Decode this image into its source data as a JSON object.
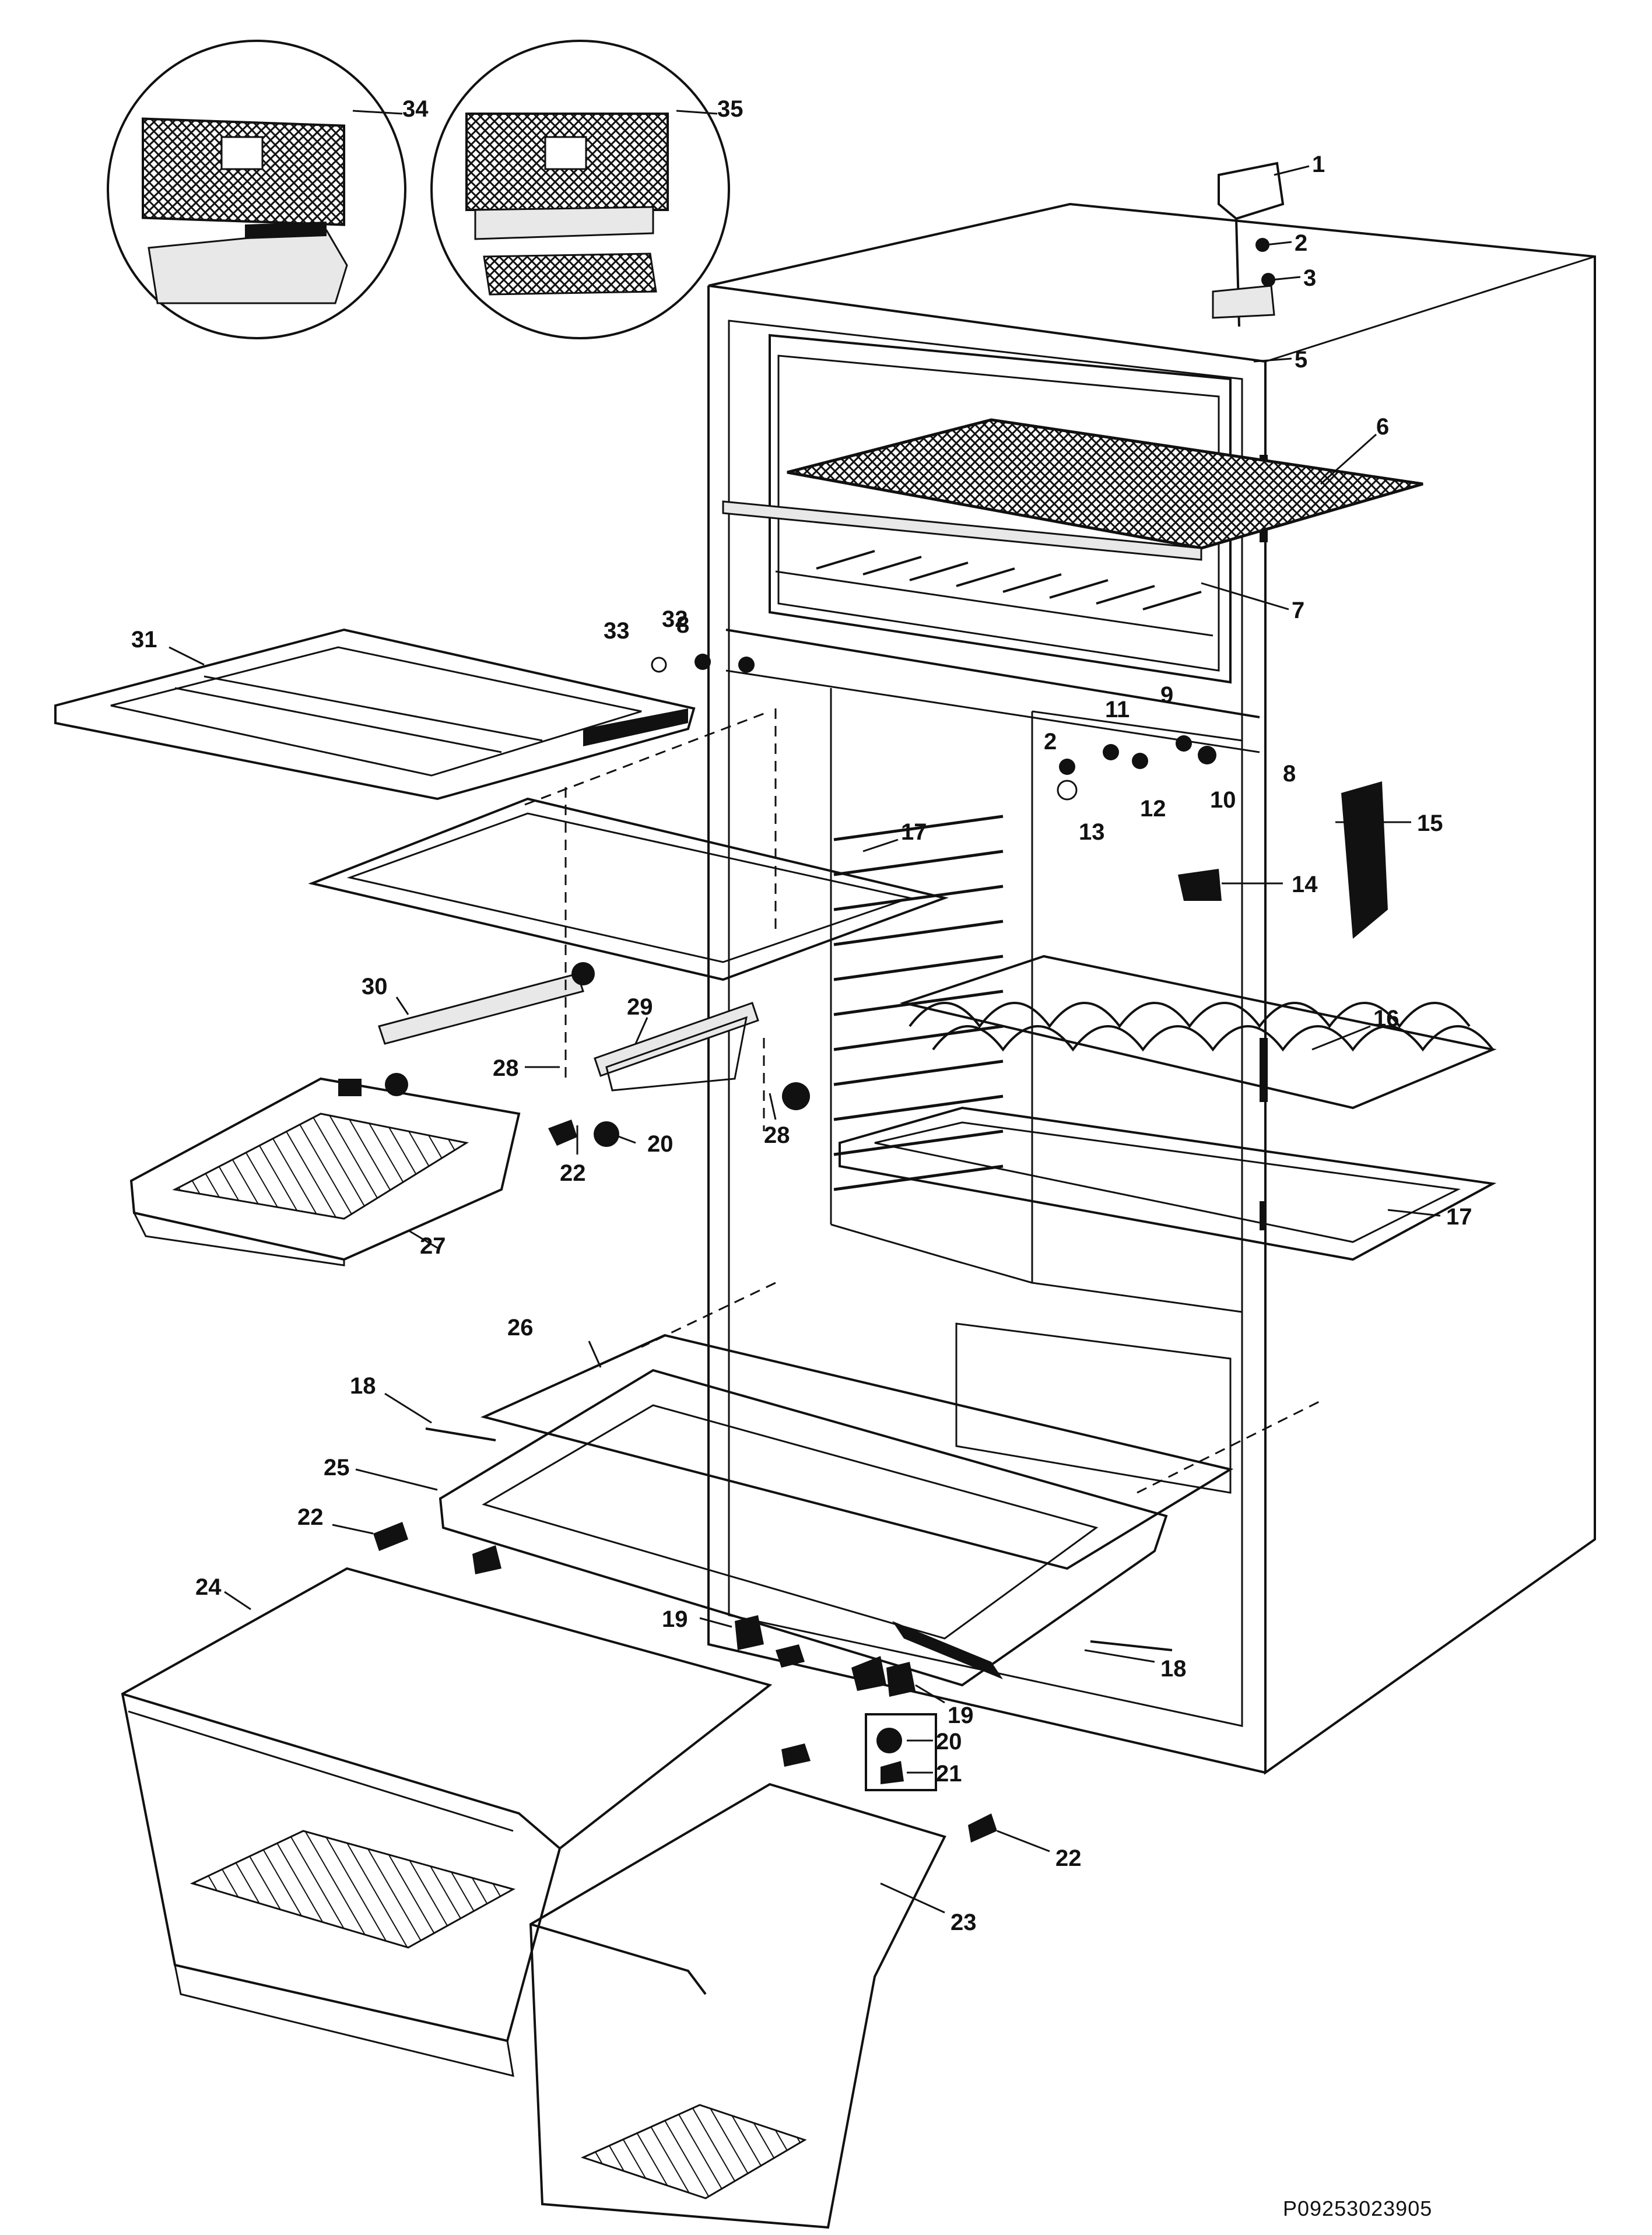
{
  "diagram": {
    "code": "P09253023905",
    "callouts": [
      {
        "id": "c1",
        "text": "1"
      },
      {
        "id": "c2a",
        "text": "2"
      },
      {
        "id": "c3",
        "text": "3"
      },
      {
        "id": "c5",
        "text": "5"
      },
      {
        "id": "c6a",
        "text": "6"
      },
      {
        "id": "c7",
        "text": "7"
      },
      {
        "id": "c8a",
        "text": "8"
      },
      {
        "id": "c9",
        "text": "9"
      },
      {
        "id": "c8b",
        "text": "8"
      },
      {
        "id": "c10",
        "text": "10"
      },
      {
        "id": "c11",
        "text": "11"
      },
      {
        "id": "c12",
        "text": "12"
      },
      {
        "id": "c2b",
        "text": "2"
      },
      {
        "id": "c13",
        "text": "13"
      },
      {
        "id": "c14",
        "text": "14"
      },
      {
        "id": "c15",
        "text": "15"
      },
      {
        "id": "c16",
        "text": "16"
      },
      {
        "id": "c17a",
        "text": "17"
      },
      {
        "id": "c17b",
        "text": "17"
      },
      {
        "id": "c18a",
        "text": "18"
      },
      {
        "id": "c18b",
        "text": "18"
      },
      {
        "id": "c19a",
        "text": "19"
      },
      {
        "id": "c19b",
        "text": "19"
      },
      {
        "id": "c20a",
        "text": "20"
      },
      {
        "id": "c20b",
        "text": "20"
      },
      {
        "id": "c21",
        "text": "21"
      },
      {
        "id": "c22a",
        "text": "22"
      },
      {
        "id": "c22b",
        "text": "22"
      },
      {
        "id": "c22c",
        "text": "22"
      },
      {
        "id": "c23",
        "text": "23"
      },
      {
        "id": "c24",
        "text": "24"
      },
      {
        "id": "c25",
        "text": "25"
      },
      {
        "id": "c26",
        "text": "26"
      },
      {
        "id": "c27",
        "text": "27"
      },
      {
        "id": "c28a",
        "text": "28"
      },
      {
        "id": "c28b",
        "text": "28"
      },
      {
        "id": "c29",
        "text": "29"
      },
      {
        "id": "c30",
        "text": "30"
      },
      {
        "id": "c31",
        "text": "31"
      },
      {
        "id": "c32",
        "text": "32"
      },
      {
        "id": "c33",
        "text": "33"
      },
      {
        "id": "c34",
        "text": "34"
      },
      {
        "id": "c35",
        "text": "35"
      }
    ]
  }
}
